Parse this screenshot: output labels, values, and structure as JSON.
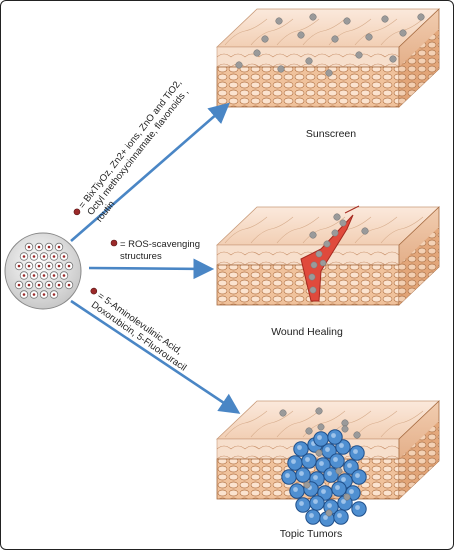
{
  "panels": [
    {
      "caption": "Sunscreen"
    },
    {
      "caption": "Wound Healing"
    },
    {
      "caption": "Topic Tumors"
    }
  ],
  "agents": [
    {
      "lines": [
        "= BixTiyOz, Zn2+ ions, ZnO and TiO2,",
        "Octyl methoxycinnamate, flavonoids ,",
        "routin"
      ]
    },
    {
      "lines": [
        "= ROS-scavenging",
        "structures"
      ]
    },
    {
      "lines": [
        "= 5-Aminolevulinic Acid,",
        "Doxorubicin, 5-Fluorouracil"
      ]
    }
  ],
  "colors": {
    "arrow": "#4a86c5",
    "particle": "#9a9a9a",
    "skin_top": "#f6dcc8",
    "skin_dermis": "#e9b994",
    "wound": "#e04a3c",
    "tumor": "#3f7fc4",
    "bullet": "#9b2a2a"
  }
}
